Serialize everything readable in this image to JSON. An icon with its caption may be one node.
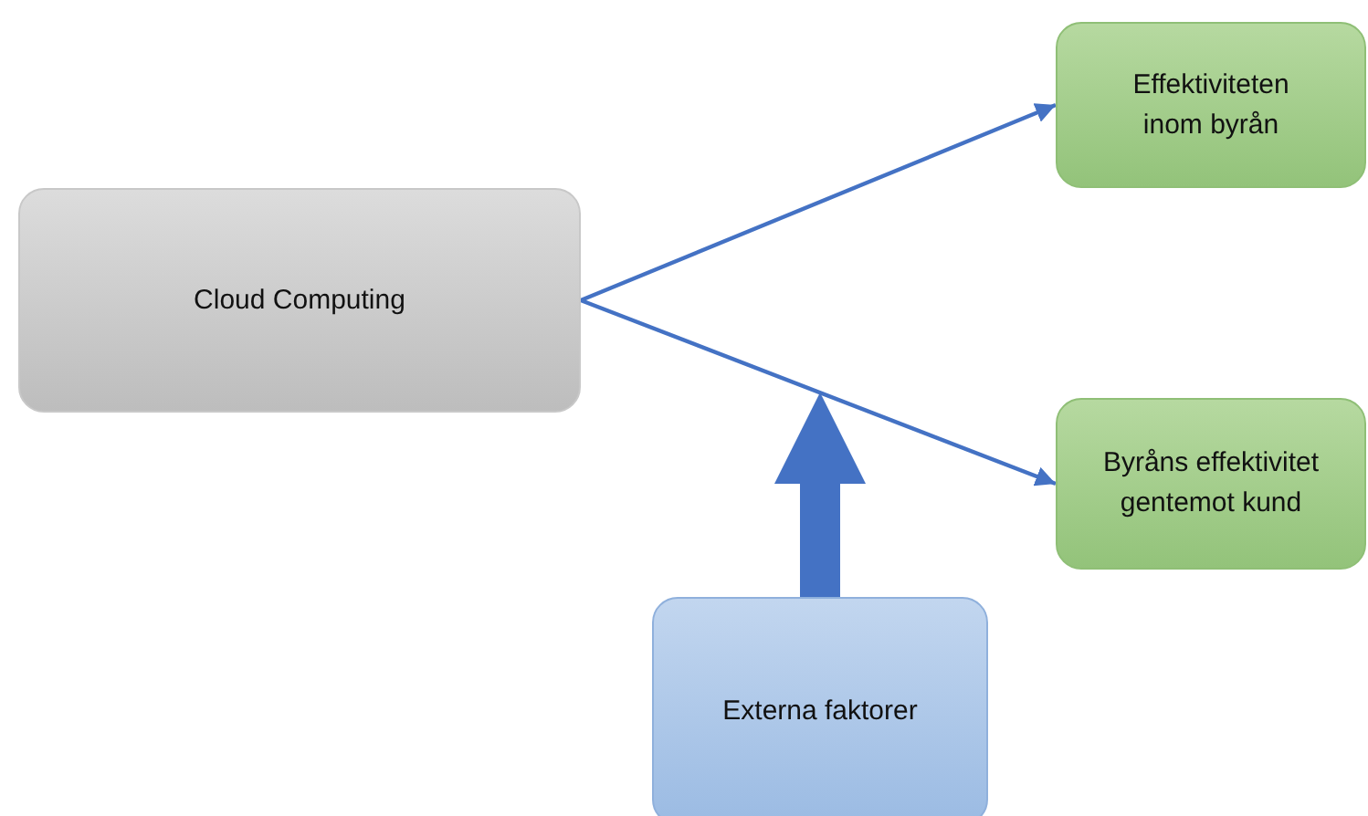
{
  "diagram": {
    "nodes": [
      {
        "text": [
          "Cloud Computing"
        ]
      },
      {
        "text": [
          "Effektiviteten inom byrån"
        ]
      },
      {
        "text": [
          "Byråns effektivitet gentemot kund"
        ]
      },
      {
        "text": [
          "Externa faktorer"
        ]
      }
    ],
    "edges": [
      {
        "from": 0,
        "to": 1,
        "arrow": "to"
      },
      {
        "from": 0,
        "to": 2,
        "arrow": "to"
      },
      {
        "from": 3,
        "to": null,
        "arrow": "to",
        "style": "thick"
      }
    ]
  }
}
